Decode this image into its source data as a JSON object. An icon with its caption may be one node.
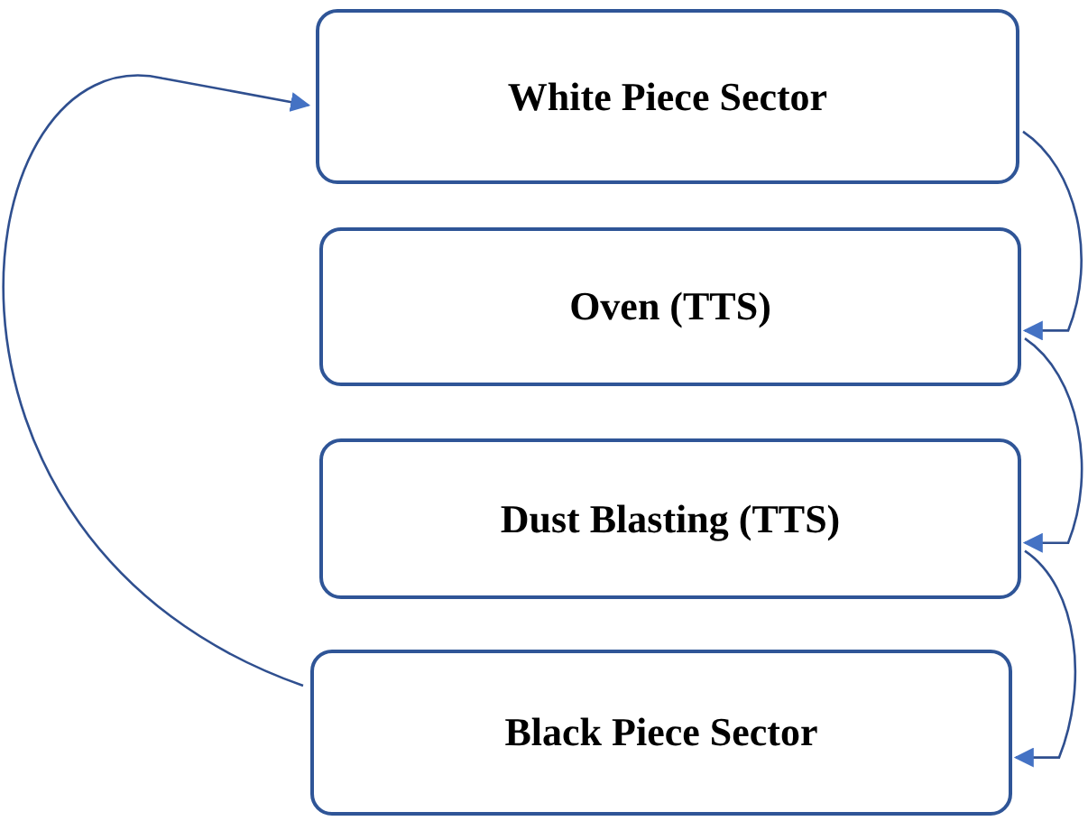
{
  "diagram": {
    "nodes": [
      {
        "text": [
          "White Piece Sector"
        ]
      },
      {
        "text": [
          "Oven (TTS)"
        ]
      },
      {
        "text": [
          "Dust Blasting (TTS)"
        ]
      },
      {
        "text": [
          "Black Piece Sector"
        ]
      }
    ],
    "edges": [
      {
        "from": 0,
        "to": 1,
        "arrow": "to"
      },
      {
        "from": 1,
        "to": 2,
        "arrow": "to"
      },
      {
        "from": 2,
        "to": 3,
        "arrow": "to"
      },
      {
        "from": 3,
        "to": 0,
        "arrow": "to"
      }
    ]
  }
}
